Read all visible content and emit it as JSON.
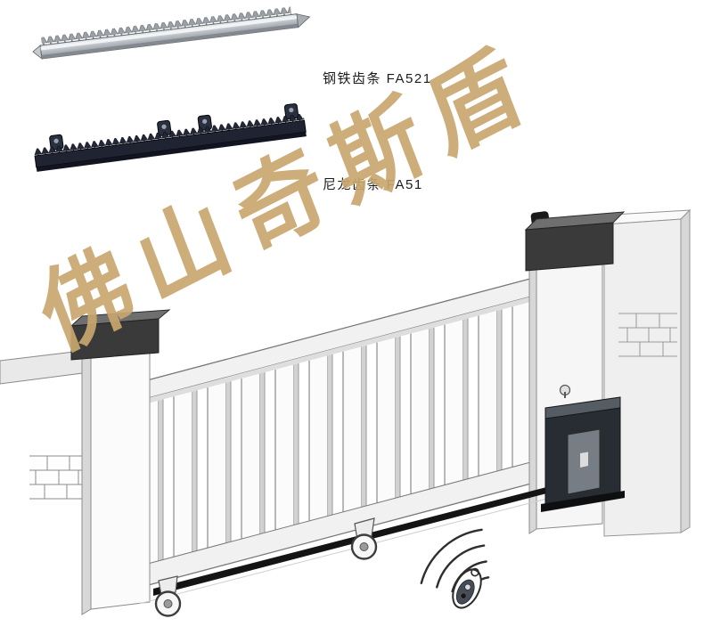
{
  "page": {
    "background_color": "#ffffff"
  },
  "watermark": {
    "text": "佛山奇斯盾",
    "color": "#c9a76e"
  },
  "products": [
    {
      "id": "steel-gear-rack",
      "label": "钢铁齿条 FA521"
    },
    {
      "id": "nylon-gear-rack",
      "label": "尼龙齿条 FA51"
    }
  ]
}
